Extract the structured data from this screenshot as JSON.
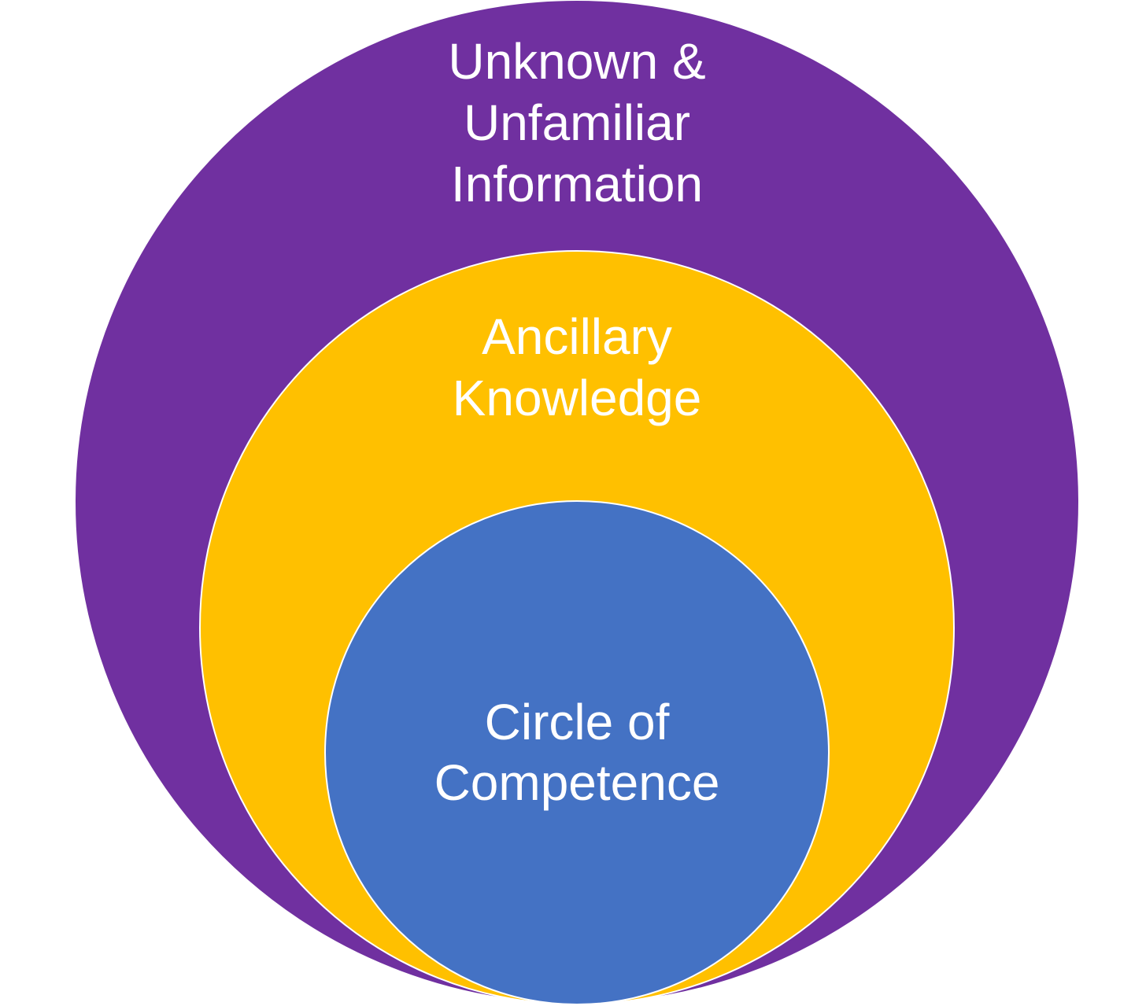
{
  "diagram": {
    "outer": {
      "lines": [
        "Unknown &",
        "Unfamiliar",
        "Information"
      ],
      "color": "#7030A0"
    },
    "middle": {
      "lines": [
        "Ancillary",
        "Knowledge"
      ],
      "color": "#FFC000"
    },
    "inner": {
      "lines": [
        "Circle of",
        "Competence"
      ],
      "color": "#4472C4"
    },
    "text_color": "#FFFFFF"
  }
}
